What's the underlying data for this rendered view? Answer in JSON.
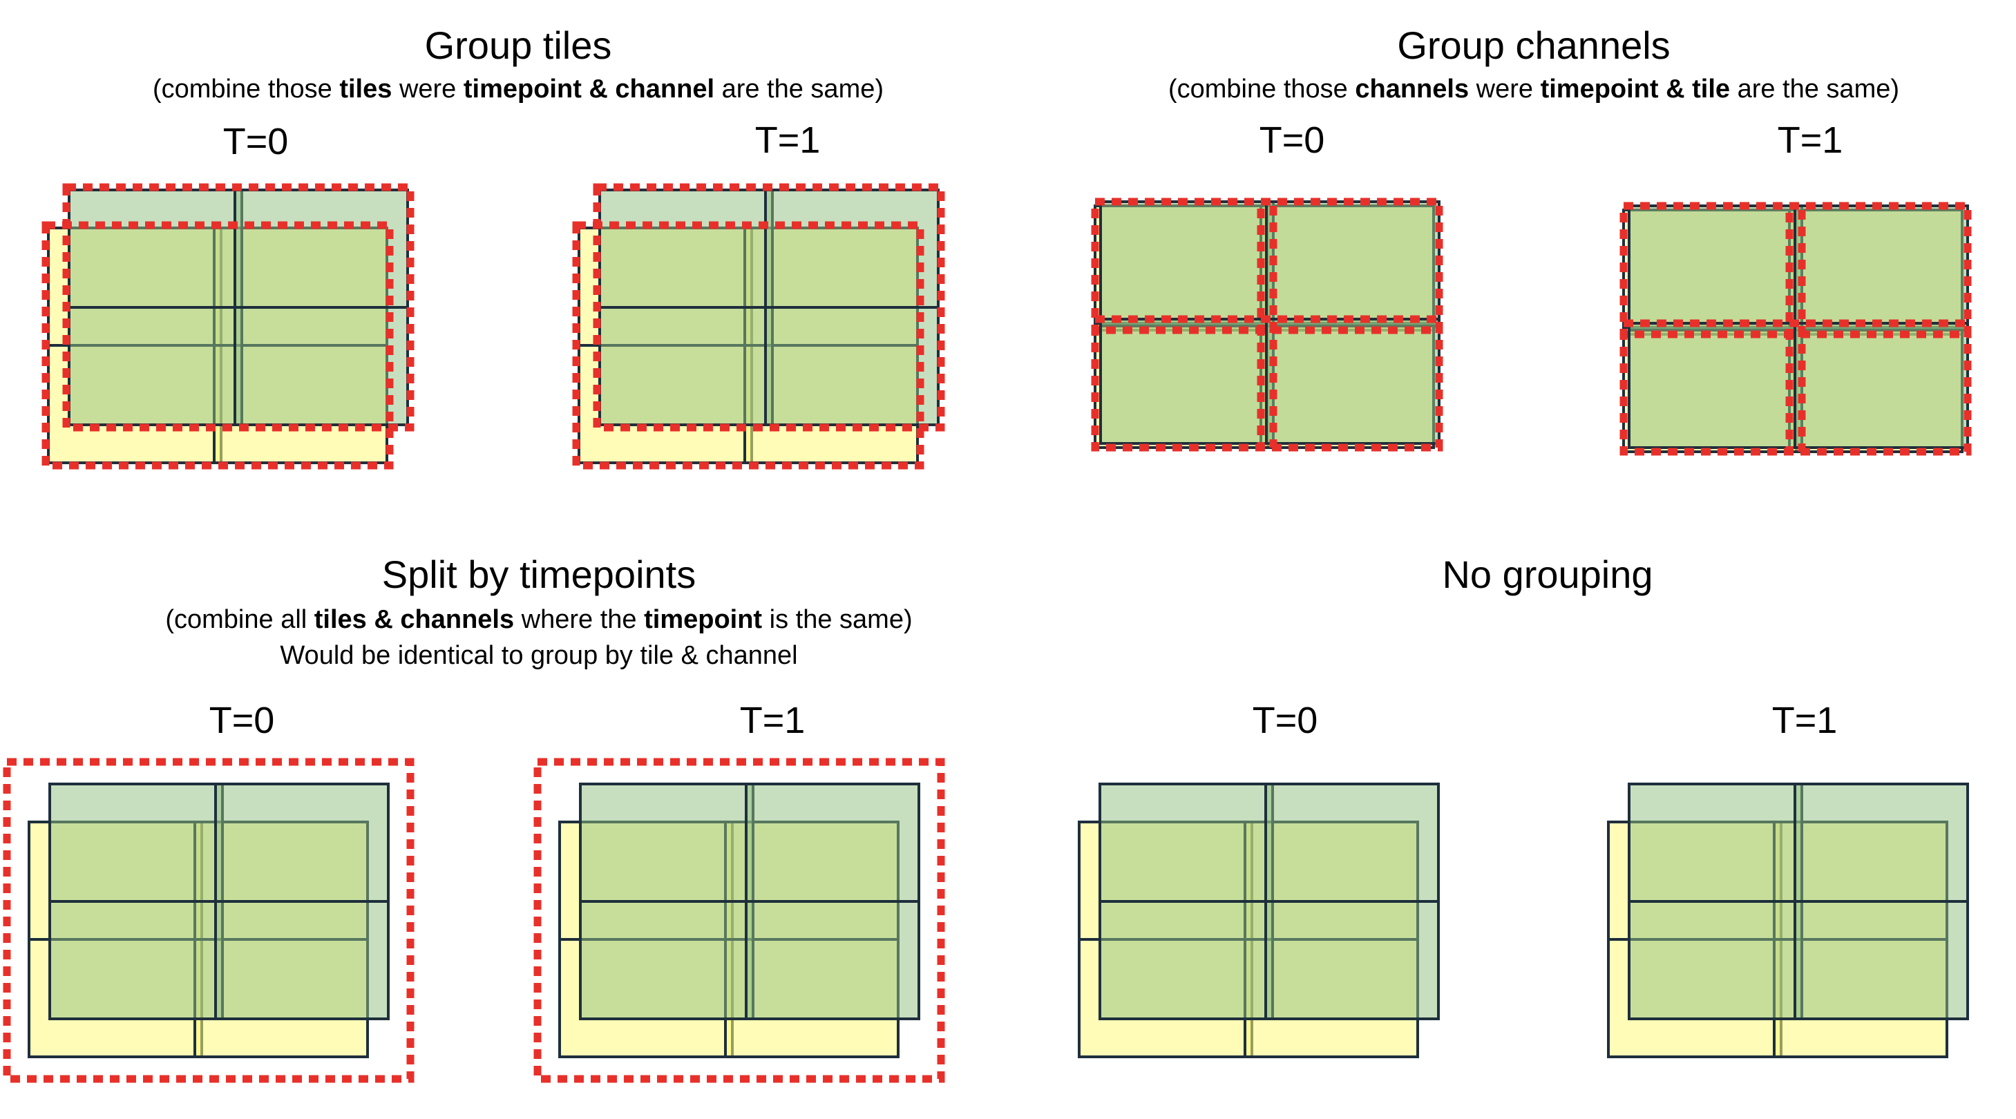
{
  "panels": {
    "group_tiles": {
      "title": "Group tiles",
      "subtitle_parts": [
        {
          "text": "(combine those ",
          "bold": false
        },
        {
          "text": "tiles",
          "bold": true
        },
        {
          "text": " were ",
          "bold": false
        },
        {
          "text": "timepoint & channel",
          "bold": true
        },
        {
          "text": " are the same)",
          "bold": false
        }
      ],
      "t0": "T=0",
      "t1": "T=1"
    },
    "group_channels": {
      "title": "Group channels",
      "subtitle_parts": [
        {
          "text": "(combine those ",
          "bold": false
        },
        {
          "text": "channels",
          "bold": true
        },
        {
          "text": " were ",
          "bold": false
        },
        {
          "text": "timepoint & tile",
          "bold": true
        },
        {
          "text": " are the same)",
          "bold": false
        }
      ],
      "t0": "T=0",
      "t1": "T=1"
    },
    "split_timepoints": {
      "title": "Split by timepoints",
      "subtitle_parts": [
        {
          "text": "(combine all ",
          "bold": false
        },
        {
          "text": "tiles & channels",
          "bold": true
        },
        {
          "text": " where the ",
          "bold": false
        },
        {
          "text": "timepoint",
          "bold": true
        },
        {
          "text": " is the same)",
          "bold": false
        }
      ],
      "note": "Would be identical to group by tile & channel",
      "t0": "T=0",
      "t1": "T=1"
    },
    "no_grouping": {
      "title": "No grouping",
      "t0": "T=0",
      "t1": "T=1"
    }
  },
  "colors": {
    "channel_green": "#8fc07f",
    "channel_yellow": "#fdfa7a",
    "outline": "#1e2f3c",
    "group_border": "#e8302a"
  }
}
